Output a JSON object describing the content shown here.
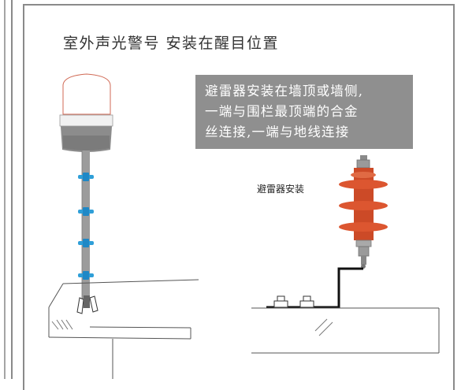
{
  "title": "室外声光警号  安装在醒目位置",
  "note": {
    "lines": [
      "避雷器安装在墙顶或墙侧,",
      "一端与围栏最顶端的合金",
      "丝连接,一端与地线连接"
    ]
  },
  "arrester_label": "避雷器安装",
  "colors": {
    "arrester_red": "#d9512c",
    "clip_blue": "#2f9fd8",
    "note_bg": "#8f8f8f",
    "frame": "#8a8a8a"
  }
}
